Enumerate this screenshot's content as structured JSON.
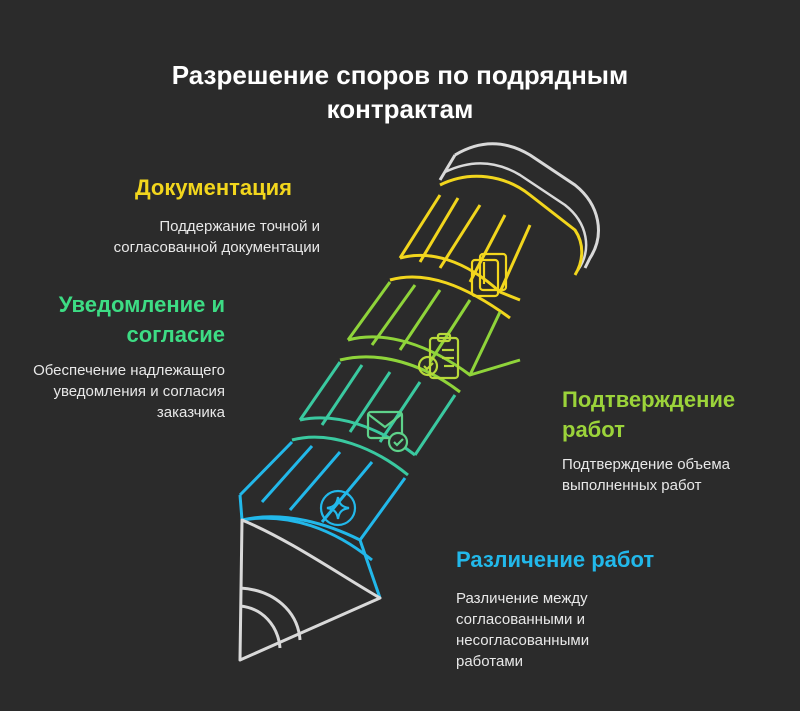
{
  "title": "Разрешение споров по подрядным контрактам",
  "colors": {
    "background": "#2b2b2b",
    "outline": "#d9d9d9",
    "documentation": "#f2d61d",
    "notification": "#3ddc84",
    "confirmation": "#9bd33a",
    "distinction": "#22b8ea"
  },
  "sections": [
    {
      "id": "documentation",
      "heading": "Документация",
      "description": "Поддержание точной и согласованной документации",
      "icon": "document-stack-icon"
    },
    {
      "id": "notification",
      "heading": "Уведомление и согласие",
      "description": "Обеспечение надлежащего уведомления и согласия заказчика",
      "icon": "clipboard-check-icon"
    },
    {
      "id": "confirmation",
      "heading": "Подтверждение работ",
      "description": "Подтверждение объема выполненных работ",
      "icon": "mail-check-icon"
    },
    {
      "id": "distinction",
      "heading": "Различение работ",
      "description": "Различение между согласованными и несогласованными работами",
      "icon": "sparkle-target-icon"
    }
  ]
}
